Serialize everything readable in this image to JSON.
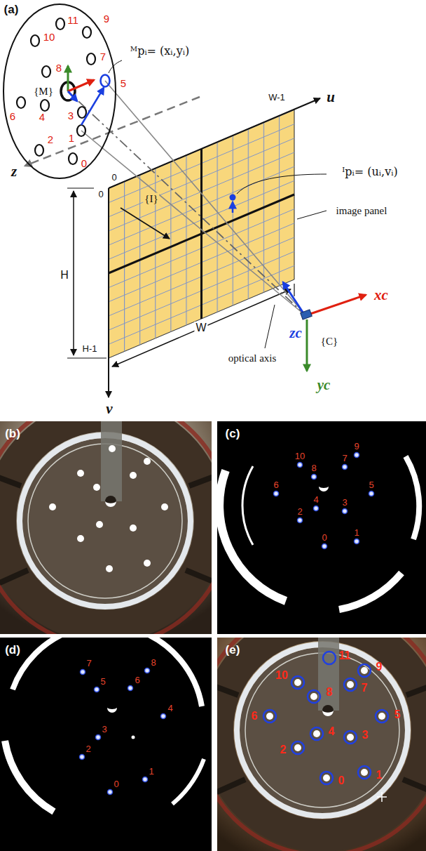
{
  "diagram": {
    "nodes": [
      {
        "text": [
          "(b)"
        ]
      },
      {
        "text": [
          "(c)",
          "9",
          "10",
          "7",
          "8",
          "6",
          "5",
          "4",
          "3",
          "2",
          "1",
          "0"
        ]
      },
      {
        "text": [
          "(d)",
          "7",
          "8",
          "5",
          "6",
          "4",
          "3",
          "2",
          "1",
          "0"
        ]
      },
      {
        "text": [
          "(e)",
          "11",
          "9",
          "10",
          "7",
          "8",
          "6",
          "5",
          "4",
          "3",
          "2",
          "1",
          "0"
        ]
      }
    ],
    "labels": [
      "(a)",
      "11",
      "9",
      "10",
      "7",
      "8",
      "{M}",
      "5",
      "3",
      "6",
      "4",
      "1",
      "2",
      "0",
      "ᴹpᵢ= (xᵢ,yᵢ)",
      "W-1",
      "u",
      "z",
      "0",
      "0",
      "{I}",
      "ᴵpᵢ= (uᵢ,vᵢ)",
      "image panel",
      "H",
      "H-1",
      "W",
      "optical axis",
      "zc",
      "xc",
      "{C}",
      "yc",
      "v"
    ]
  }
}
